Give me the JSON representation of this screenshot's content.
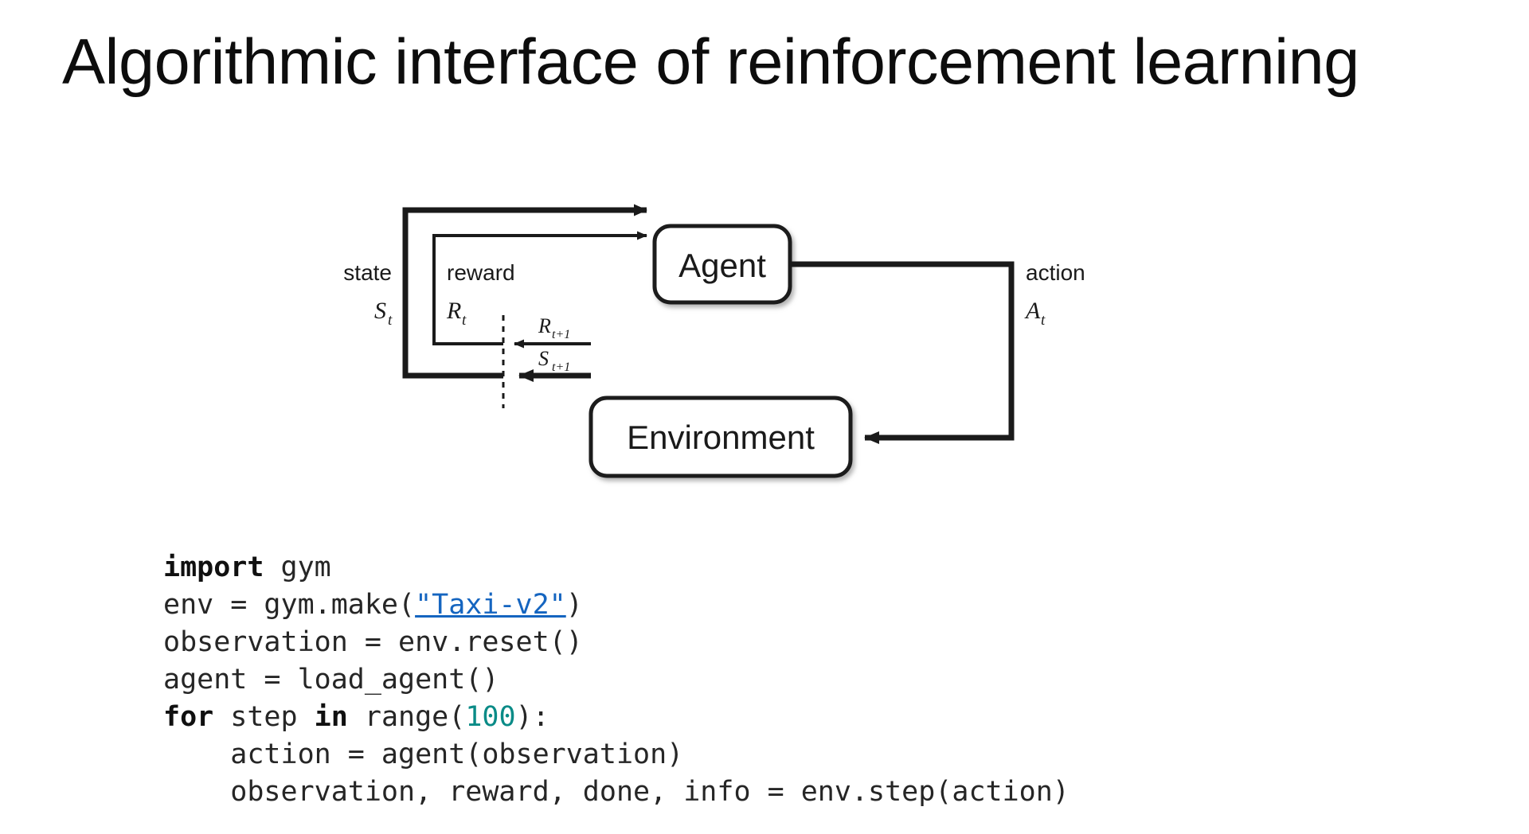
{
  "slide": {
    "title": "Algorithmic interface of reinforcement learning",
    "background_color": "#ffffff"
  },
  "diagram": {
    "name": "reinforcement-learning-agent-environment-loop",
    "agent_box_label": "Agent",
    "environment_box_label": "Environment",
    "labels": {
      "state_word": "state",
      "state_symbol": "S",
      "state_symbol_sub": "t",
      "reward_word": "reward",
      "reward_symbol": "R",
      "reward_symbol_sub": "t",
      "action_word": "action",
      "action_symbol": "A",
      "action_symbol_sub": "t",
      "next_reward_symbol": "R",
      "next_reward_sub": "t+1",
      "next_state_symbol": "S",
      "next_state_sub": "t+1"
    },
    "stroke_color": "#1a1a1a",
    "box_fill": "#ffffff"
  },
  "code": {
    "language": "python",
    "link_color": "#1565c0",
    "number_color": "#0a8b87",
    "lines": [
      {
        "id": "line-1",
        "tokens": [
          {
            "t": "import",
            "style": "kw"
          },
          {
            "t": " gym",
            "style": "plain"
          }
        ]
      },
      {
        "id": "line-2",
        "tokens": [
          {
            "t": "env = gym.make(",
            "style": "plain"
          },
          {
            "t": "\"Taxi-v2\"",
            "style": "lnk"
          },
          {
            "t": ")",
            "style": "plain"
          }
        ]
      },
      {
        "id": "line-3",
        "tokens": [
          {
            "t": "observation = env.reset()",
            "style": "plain"
          }
        ]
      },
      {
        "id": "line-4",
        "tokens": [
          {
            "t": "agent = load_agent()",
            "style": "plain"
          }
        ]
      },
      {
        "id": "line-5",
        "tokens": [
          {
            "t": "for",
            "style": "kw"
          },
          {
            "t": " step ",
            "style": "plain"
          },
          {
            "t": "in",
            "style": "kw"
          },
          {
            "t": " range(",
            "style": "plain"
          },
          {
            "t": "100",
            "style": "num"
          },
          {
            "t": "):",
            "style": "plain"
          }
        ]
      },
      {
        "id": "line-6",
        "tokens": [
          {
            "t": "    action = agent(observation)",
            "style": "plain"
          }
        ]
      },
      {
        "id": "line-7",
        "tokens": [
          {
            "t": "    observation, reward, done, info = env.step(action)",
            "style": "plain"
          }
        ]
      }
    ]
  }
}
